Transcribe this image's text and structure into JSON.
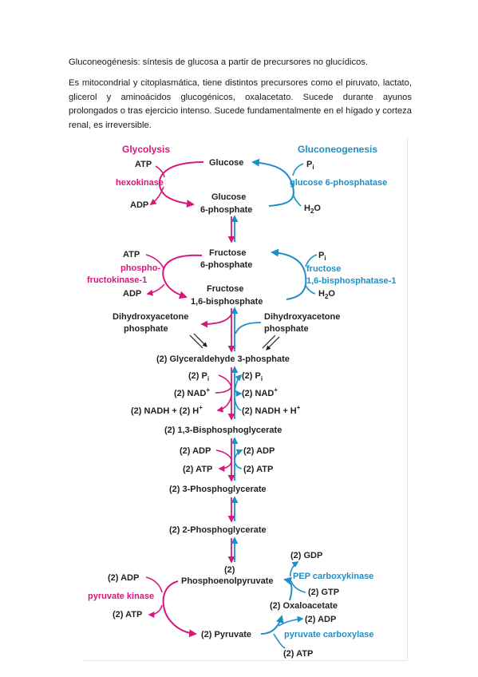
{
  "document": {
    "intro": "Gluconeogénesis: síntesis de glucosa a partir de precursores no glucídicos.",
    "paragraph": "Es mitocondrial y citoplasmática, tiene distintos precursores como el piruvato, lactato, glicerol y aminoácidos glucogénicos, oxalacetato. Sucede durante ayunos prolongados o tras ejercicio intenso. Sucede fundamentalmente en el hígado y corteza renal, es irreversible."
  },
  "diagram": {
    "colors": {
      "glycolysis": "#d6177c",
      "gluconeogenesis": "#1e8fc6",
      "text": "#231f20"
    },
    "headers": {
      "glycolysis": "Glycolysis",
      "gluconeogenesis": "Gluconeogenesis"
    },
    "metabolites": {
      "glucose": "Glucose",
      "g6p_1": "Glucose",
      "g6p_2": "6-phosphate",
      "f6p_1": "Fructose",
      "f6p_2": "6-phosphate",
      "f16bp_1": "Fructose",
      "f16bp_2": "1,6-bisphosphate",
      "dhap_left_1": "Dihydroxyacetone",
      "dhap_left_2": "phosphate",
      "dhap_right_1": "Dihydroxyacetone",
      "dhap_right_2": "phosphate",
      "gap": "(2) Glyceraldehyde 3-phosphate",
      "bpg": "(2) 1,3-Bisphosphoglycerate",
      "pg3": "(2) 3-Phosphoglycerate",
      "pg2": "(2) 2-Phosphoglycerate",
      "pep_1": "(2)",
      "pep_2": "Phosphoenolpyruvate",
      "oaa": "(2) Oxaloacetate",
      "pyr": "(2) Pyruvate"
    },
    "enzymes": {
      "hexokinase": "hexokinase",
      "g6pase": "glucose 6-phosphatase",
      "pfk1_1": "phospho-",
      "pfk1_2": "fructokinase-1",
      "fbpase1_1": "fructose",
      "fbpase1_2": "1,6-bisphosphatase-1",
      "pepck": "PEP carboxykinase",
      "pk": "pyruvate kinase",
      "pc": "pyruvate carboxylase"
    },
    "cofactors": {
      "hk_atp": "ATP",
      "hk_adp": "ADP",
      "g6p_pi": "P",
      "g6p_pi_sub": "i",
      "g6p_h2o": "H",
      "g6p_h2o_sub": "2",
      "g6p_h2o_end": "O",
      "pfk_atp": "ATP",
      "pfk_adp": "ADP",
      "fbp_pi": "P",
      "fbp_pi_sub": "i",
      "fbp_h2o": "H",
      "fbp_h2o_sub": "2",
      "fbp_h2o_end": "O",
      "gapdh_pi_l": "(2) P",
      "gapdh_pi_l_sub": "i",
      "gapdh_pi_r": "(2) P",
      "gapdh_pi_r_sub": "i",
      "gapdh_nad_l": "(2) NAD",
      "gapdh_nad_l_sup": "+",
      "gapdh_nad_r": "(2) NAD",
      "gapdh_nad_r_sup": "+",
      "gapdh_nadh_l": "(2) NADH + (2) H",
      "gapdh_nadh_l_sup": "+",
      "gapdh_nadh_r": "(2) NADH + H",
      "gapdh_nadh_r_sup": "+",
      "pgk_adp_l": "(2) ADP",
      "pgk_adp_r": "(2) ADP",
      "pgk_atp_l": "(2) ATP",
      "pgk_atp_r": "(2) ATP",
      "pk_adp": "(2) ADP",
      "pk_atp": "(2) ATP",
      "pepck_gdp": "(2) GDP",
      "pepck_gtp": "(2) GTP",
      "pc_adp": "(2) ADP",
      "pc_atp": "(2) ATP"
    }
  }
}
